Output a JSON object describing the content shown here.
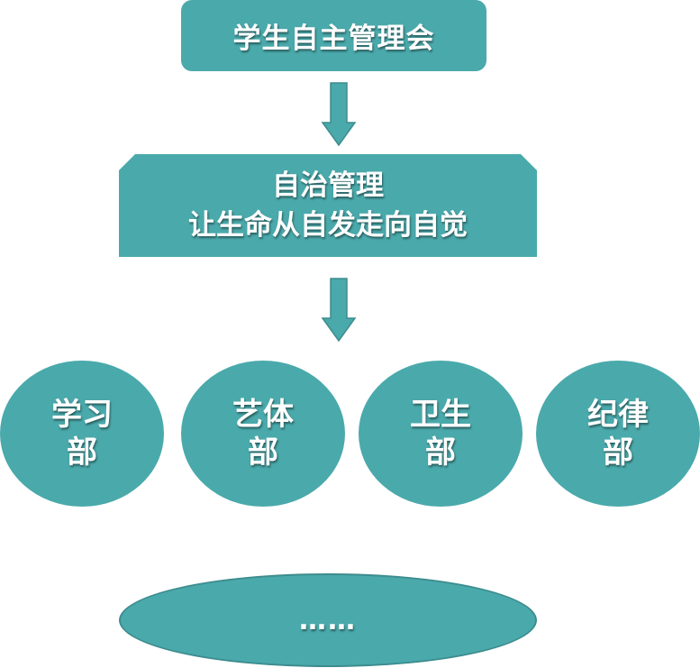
{
  "diagram": {
    "top_node": "学生自主管理会",
    "middle_node": {
      "line1": "自治管理",
      "line2": "让生命从自发走向自觉"
    },
    "departments": [
      {
        "line1": "学习",
        "line2": "部"
      },
      {
        "line1": "艺体",
        "line2": "部"
      },
      {
        "line1": "卫生",
        "line2": "部"
      },
      {
        "line1": "纪律",
        "line2": "部"
      }
    ],
    "more_node": "……"
  },
  "colors": {
    "node_fill": "#4aa9ab",
    "node_border": "#3d8c8e",
    "text": "#ffffff"
  }
}
